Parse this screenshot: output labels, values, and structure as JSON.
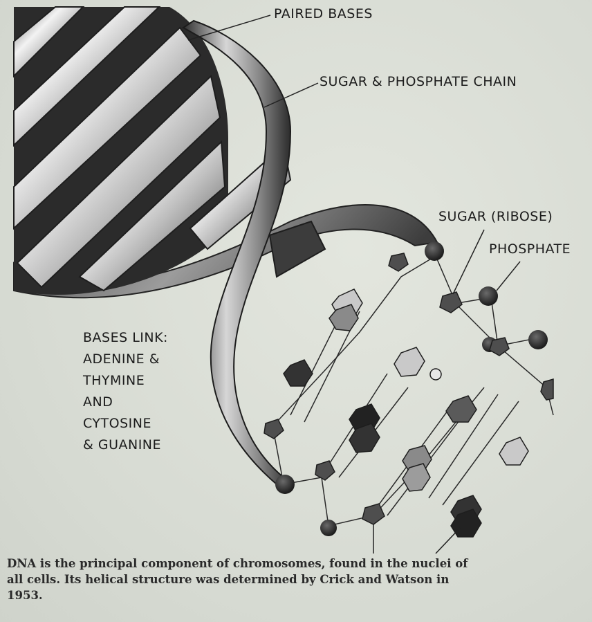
{
  "labels": {
    "paired_bases": "PAIRED BASES",
    "chain": "SUGAR & PHOSPHATE CHAIN",
    "sugar": "SUGAR (RIBOSE)",
    "phosphate": "PHOSPHATE",
    "bases_link": [
      "BASES LINK:",
      "ADENINE &",
      "THYMINE",
      "AND",
      "CYTOSINE",
      "& GUANINE"
    ]
  },
  "caption": {
    "line1": "DNA is the principal component of chromosomes, found in the nuclei of",
    "line2": "all cells. Its helical structure was determined by Crick and Watson in",
    "line3": "1953."
  },
  "colors": {
    "background": "#d8dcd4",
    "ribbon_dark": "#3a3a3a",
    "ribbon_light": "#e6e6e6",
    "phosphate": "#262626",
    "sugar": "#555555",
    "base_dark": "#333333",
    "base_mid": "#8a8a8a",
    "base_light": "#c9c9c9"
  }
}
